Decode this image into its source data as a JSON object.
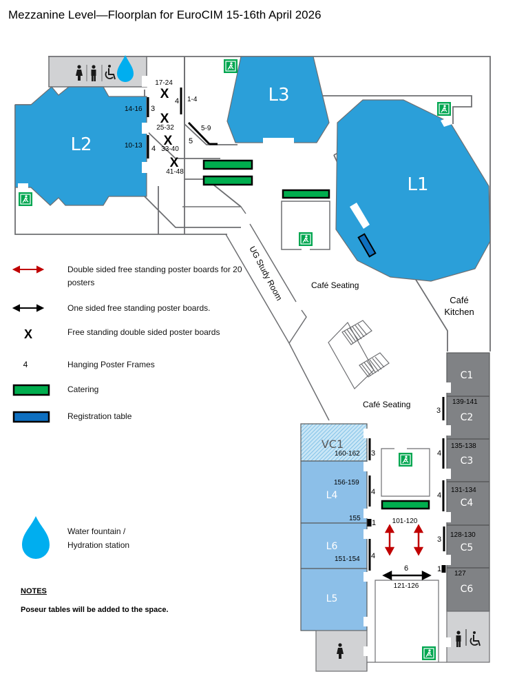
{
  "title": "Mezzanine Level—Floorplan for EuroCIM 15-16th April 2026",
  "colors": {
    "lecture_blue": "#2b9fd9",
    "small_room_blue": "#8cbfe8",
    "classroom_grey": "#808285",
    "toilet_grey": "#d1d2d4",
    "catering_green": "#00ad4e",
    "registration_blue": "#0e6fc0",
    "exit_green": "#00a650",
    "water_blue": "#00aeef",
    "double_arrow_red": "#c00000",
    "wall": "#6d6e71"
  },
  "rooms": {
    "L1": "L1",
    "L2": "L2",
    "L3": "L3",
    "L4": "L4",
    "L5": "L5",
    "L6": "L6",
    "VC1": "VC1",
    "C1": "C1",
    "C2": "C2",
    "C3": "C3",
    "C4": "C4",
    "C5": "C5",
    "C6": "C6"
  },
  "areas": {
    "ug_study_room": "UG Study Room",
    "cafe_seating_1": "Café Seating",
    "cafe_seating_2": "Café Seating",
    "cafe_kitchen_line1": "Café",
    "cafe_kitchen_line2": "Kitchen"
  },
  "poster_labels": {
    "p17_24": "17-24",
    "p25_32": "25-32",
    "p33_40": "33-40",
    "p41_48": "41-48",
    "p1_4": "1-4",
    "p5_9": "5-9",
    "p14_16": "14-16",
    "p10_13": "10-13",
    "p160_162": "160-162",
    "p156_159": "156-159",
    "p155": "155",
    "p151_154": "151-154",
    "p101_120": "101-120",
    "p121_126": "121-126",
    "p139_141": "139-141",
    "p135_138": "135-138",
    "p131_134": "131-134",
    "p128_130": "128-130",
    "p127": "127"
  },
  "frame_counts": {
    "f1_4": "4",
    "f5_9": "5",
    "f14_16": "3",
    "f10_13": "4",
    "f160_162": "3",
    "f156_159": "4",
    "f155": "1",
    "f151_154": "4",
    "f121_126": "6",
    "f139_141": "3",
    "f135_138": "4",
    "f131_134": "4",
    "f128_130": "3",
    "f127": "1"
  },
  "x_marker": "X",
  "legend": {
    "double_sided": "Double sided free standing poster boards for 20 posters",
    "one_sided": "One sided free standing poster boards.",
    "x_symbol": "X",
    "x_desc": "Free standing double sided poster boards",
    "frame_symbol": "4",
    "frame_desc": "Hanging Poster Frames",
    "catering": "Catering",
    "registration": "Registration table",
    "water_line1": "Water fountain /",
    "water_line2": "Hydration station"
  },
  "notes": {
    "heading": "NOTES",
    "body": "Poseur tables will be added to the space."
  }
}
